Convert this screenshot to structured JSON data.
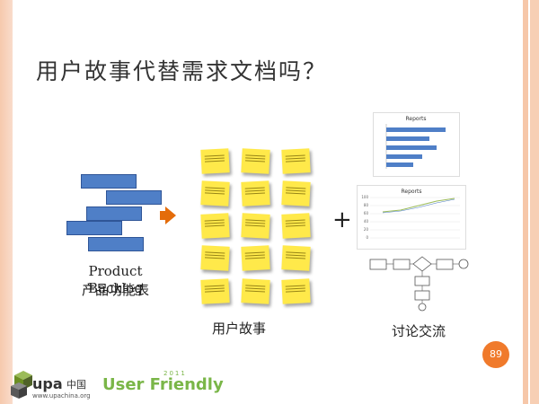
{
  "slide": {
    "title": "用户故事代替需求文档吗？",
    "backlog_label": "Product Backlog",
    "backlog_sub": "产品功能表",
    "stories_label": "用户故事",
    "plus": "+",
    "discuss_label": "讨论交流",
    "page_number": "89"
  },
  "charts": {
    "bar_title": "Reports",
    "line_title": "Reports",
    "line_axis": [
      "100",
      "80",
      "60",
      "40",
      "20",
      "0"
    ]
  },
  "footer": {
    "upa": "upa",
    "upa_cn": "中国",
    "upa_url": "www.upachina.org",
    "user_friendly": "User Friendly",
    "year": "2011"
  },
  "colors": {
    "accent": "#f07a2b",
    "blocks": "#4f7fc7",
    "notes": "#ffe94a",
    "brand_green": "#7ab648"
  }
}
